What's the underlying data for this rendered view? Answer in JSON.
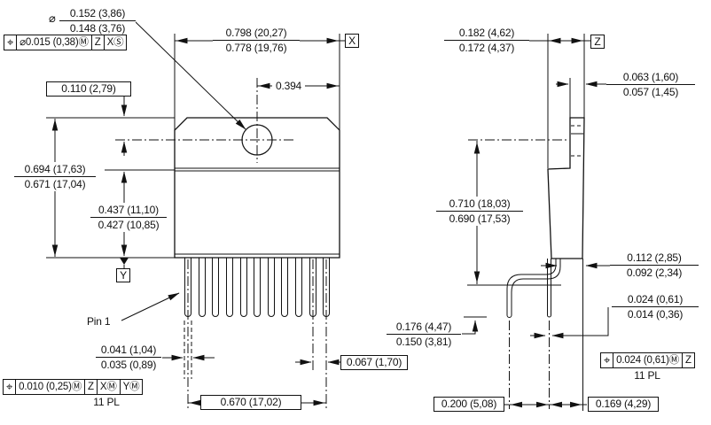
{
  "front_view": {
    "hole_diameter": {
      "prefix": "⌀",
      "top": "0.152 (3,86)",
      "bottom": "0.148 (3,76)"
    },
    "hole_position_tolerance": {
      "cells": [
        "⌖",
        "⌀0.015 (0,38)Ⓜ",
        "Z",
        "XⓈ"
      ]
    },
    "hole_center_from_top": "0.110 (2,79)",
    "package_width": {
      "top": "0.798 (20,27)",
      "bottom": "0.778 (19,76)"
    },
    "datum_x": "X",
    "hole_center_from_edge": "0.394",
    "package_height": {
      "top": "0.694 (17,63)",
      "bottom": "0.671 (17,04)"
    },
    "body_height": {
      "top": "0.437 (11,10)",
      "bottom": "0.427 (10,85)"
    },
    "datum_y": "Y",
    "pin1_label": "Pin 1",
    "lead_width": {
      "top": "0.041 (1,04)",
      "bottom": "0.035 (0,89)"
    },
    "lead_position_tolerance": {
      "cells": [
        "⌖",
        "0.010 (0,25)Ⓜ",
        "Z",
        "XⓂ",
        "YⓂ"
      ],
      "note": "11 PL"
    },
    "lead_pitch": "0.067 (1,70)",
    "lead_span": "0.670 (17,02)"
  },
  "side_view": {
    "body_thickness": {
      "top": "0.182 (4,62)",
      "bottom": "0.172 (4,37)"
    },
    "datum_z": "Z",
    "tab_thickness": {
      "top": "0.063 (1,60)",
      "bottom": "0.057 (1,45)"
    },
    "height_to_seating_plane": {
      "top": "0.710 (18,03)",
      "bottom": "0.690 (17,53)"
    },
    "lead_to_datum": {
      "top": "0.112 (2,85)",
      "bottom": "0.092 (2,34)"
    },
    "lead_standoff": {
      "top": "0.176 (4,47)",
      "bottom": "0.150 (3,81)"
    },
    "lead_thickness": {
      "top": "0.024 (0,61)",
      "bottom": "0.014 (0,36)"
    },
    "lead_thickness_tolerance": {
      "cells": [
        "⌖",
        "0.024 (0,61)Ⓜ",
        "Z"
      ],
      "note": "11 PL"
    },
    "lead_row_spacing": "0.200 (5,08)",
    "lead_row_to_datum": "0.169 (4,29)"
  }
}
